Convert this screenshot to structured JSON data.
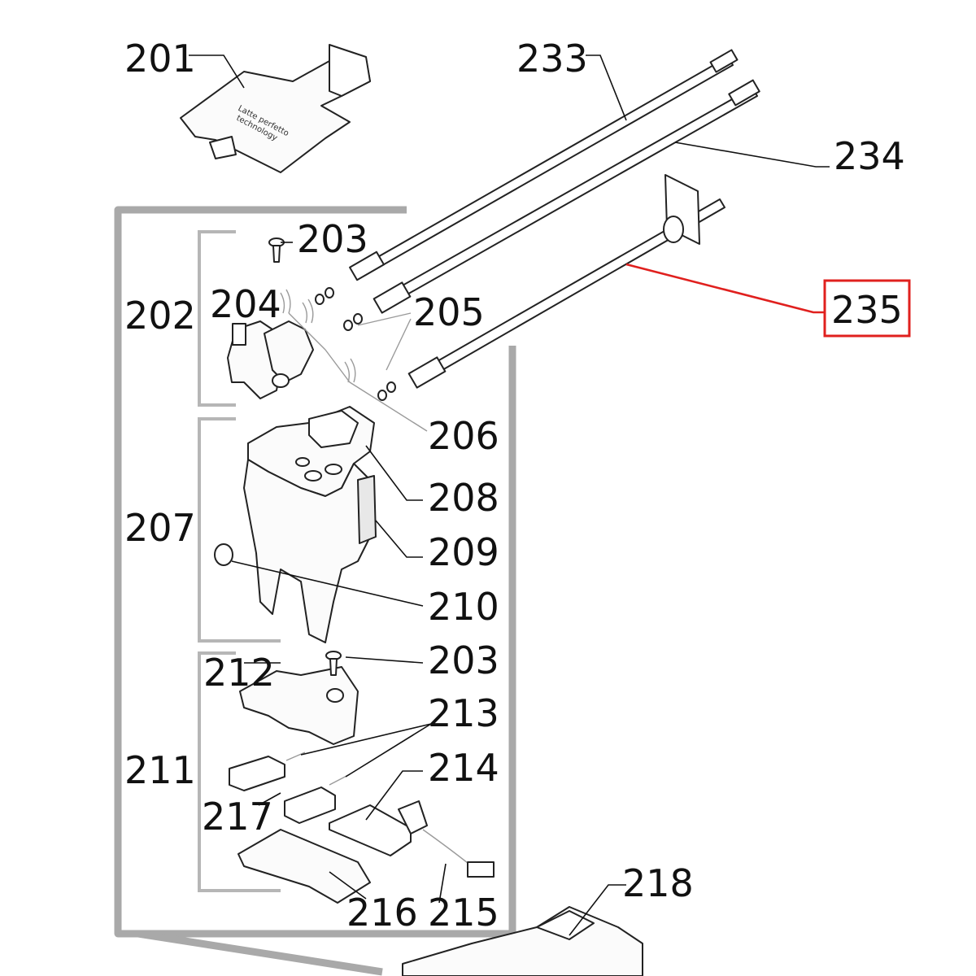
{
  "labels": {
    "p201": "201",
    "p202": "202",
    "p203a": "203",
    "p203b": "203",
    "p204": "204",
    "p205": "205",
    "p206": "206",
    "p207": "207",
    "p208": "208",
    "p209": "209",
    "p210": "210",
    "p211": "211",
    "p212": "212",
    "p213": "213",
    "p214": "214",
    "p215": "215",
    "p216": "216",
    "p217": "217",
    "p218": "218",
    "p233": "233",
    "p234": "234",
    "p235": "235"
  },
  "cover_text": [
    "Latte perfetto",
    "technology"
  ],
  "highlight_color": "#e0201e",
  "highlighted_part": "235"
}
